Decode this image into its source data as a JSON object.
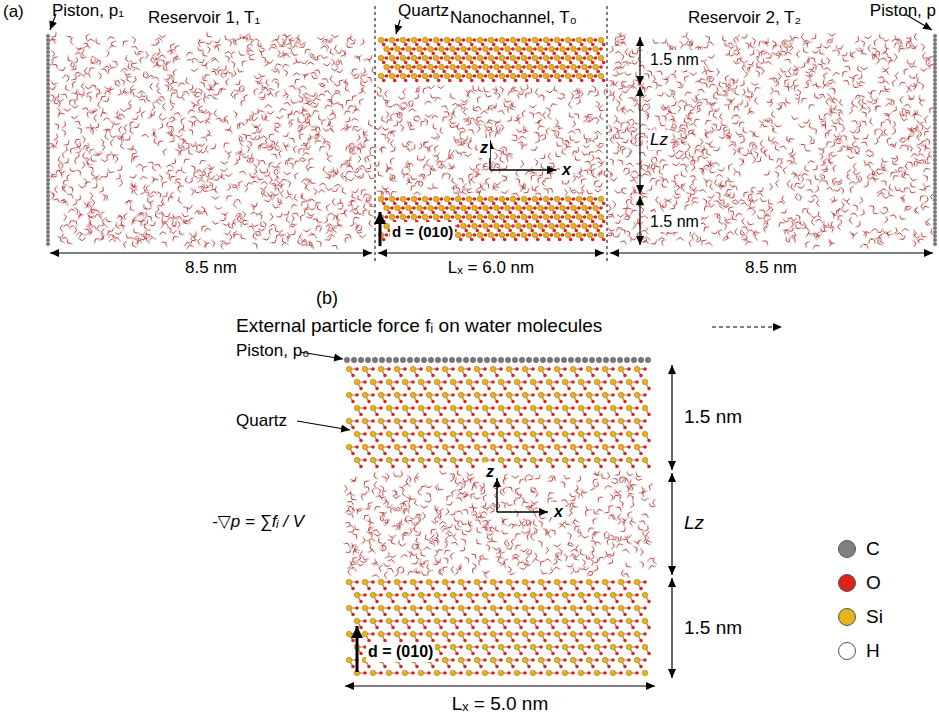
{
  "diagram": {
    "labels": [
      "(a)",
      "Piston, p₁",
      "Reservoir 1, T₁",
      "Quartz",
      "Nanochannel, T₀",
      "Reservoir 2, T₂",
      "Piston, p",
      "1.5 nm",
      "z",
      "x",
      "Lz",
      "1.5 nm",
      "d = (010)",
      "8.5 nm",
      "Lₓ = 6.0 nm",
      "8.5 nm",
      "(b)",
      "External particle force fᵢ on water molecules",
      "Piston, p₀",
      "Quartz",
      "1.5 nm",
      "z",
      "x",
      "-▽p = ∑fᵢ / V",
      "Lz",
      "1.5 nm",
      "d = (010)",
      "Lₓ = 5.0 nm"
    ],
    "legend": [
      {
        "text": "C",
        "color": "#808080"
      },
      {
        "text": "O",
        "color": "#e0201b"
      },
      {
        "text": "Si",
        "color": "#e8b21c"
      },
      {
        "text": "H",
        "color": "#ffffff"
      }
    ]
  }
}
